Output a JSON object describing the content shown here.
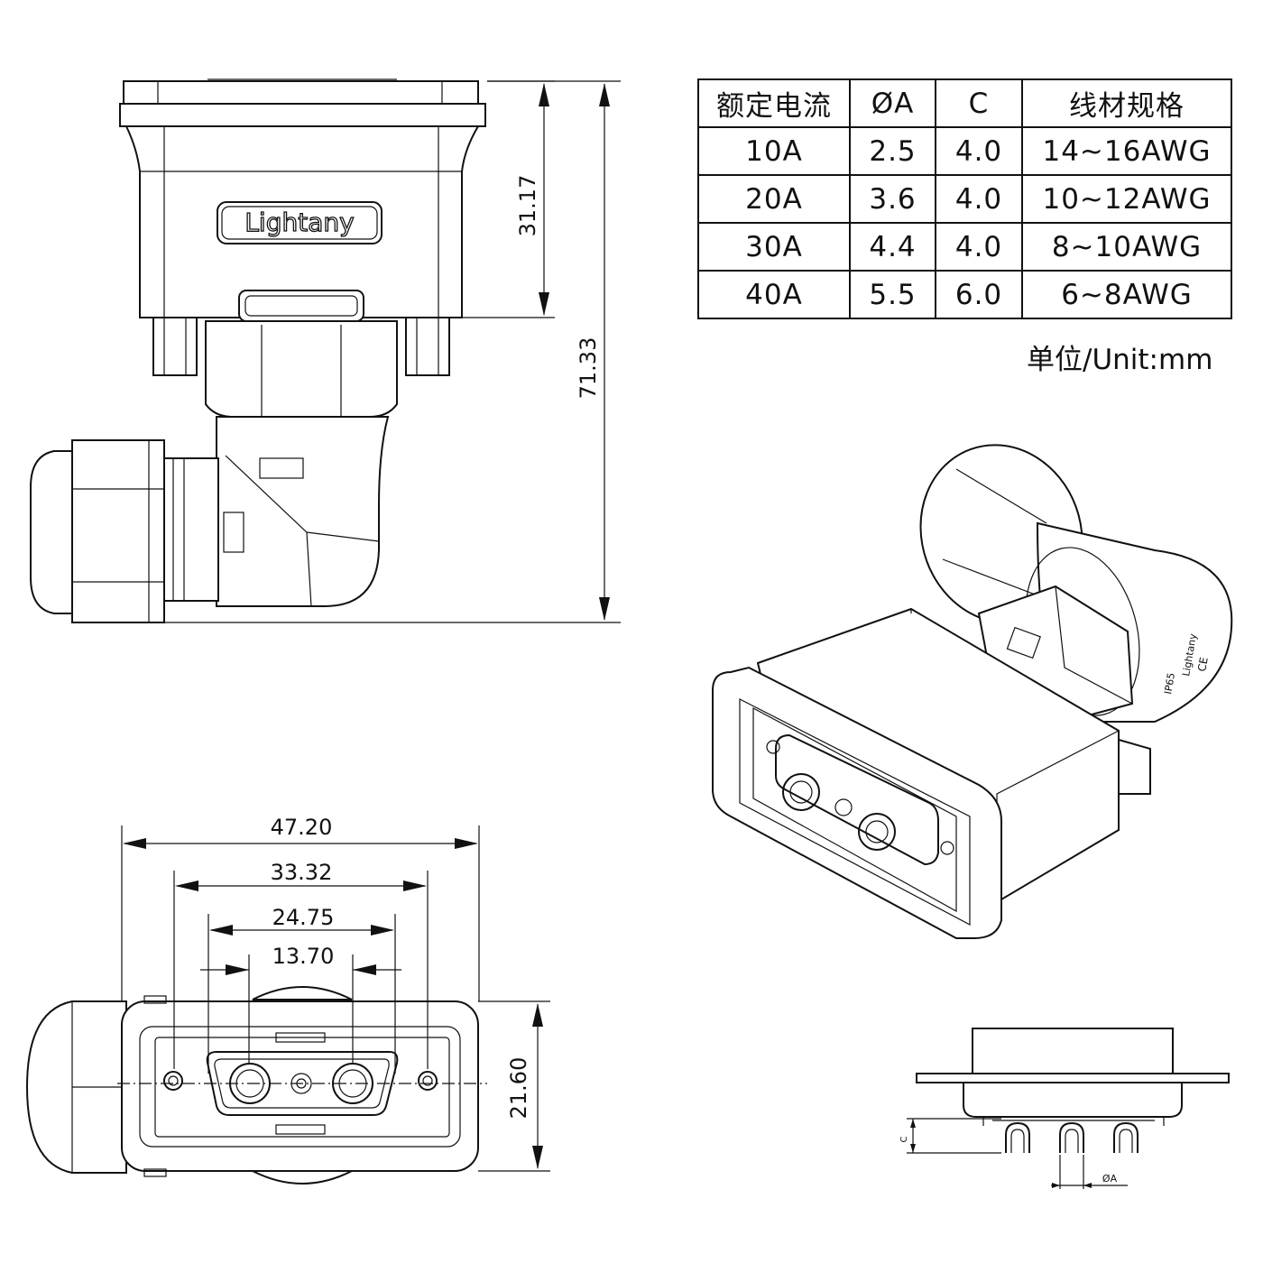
{
  "brand": "Lightany",
  "marks": {
    "ip": "IP65",
    "ce": "CE"
  },
  "table": {
    "headers": [
      "额定电流",
      "ØA",
      "C",
      "线材规格"
    ],
    "rows": [
      [
        "10A",
        "2.5",
        "4.0",
        "14~16AWG"
      ],
      [
        "20A",
        "3.6",
        "4.0",
        "10~12AWG"
      ],
      [
        "30A",
        "4.4",
        "4.0",
        "8~10AWG"
      ],
      [
        "40A",
        "5.5",
        "6.0",
        "6~8AWG"
      ]
    ]
  },
  "unit_label": "单位/Unit:mm",
  "dimensions": {
    "height_upper": "31.17",
    "height_total": "71.33",
    "width_overall": "47.20",
    "width_mount": "33.32",
    "width_shell": "24.75",
    "pin_pitch": "13.70",
    "height_front": "21.60",
    "c_label": "C",
    "a_label": "ØA"
  }
}
